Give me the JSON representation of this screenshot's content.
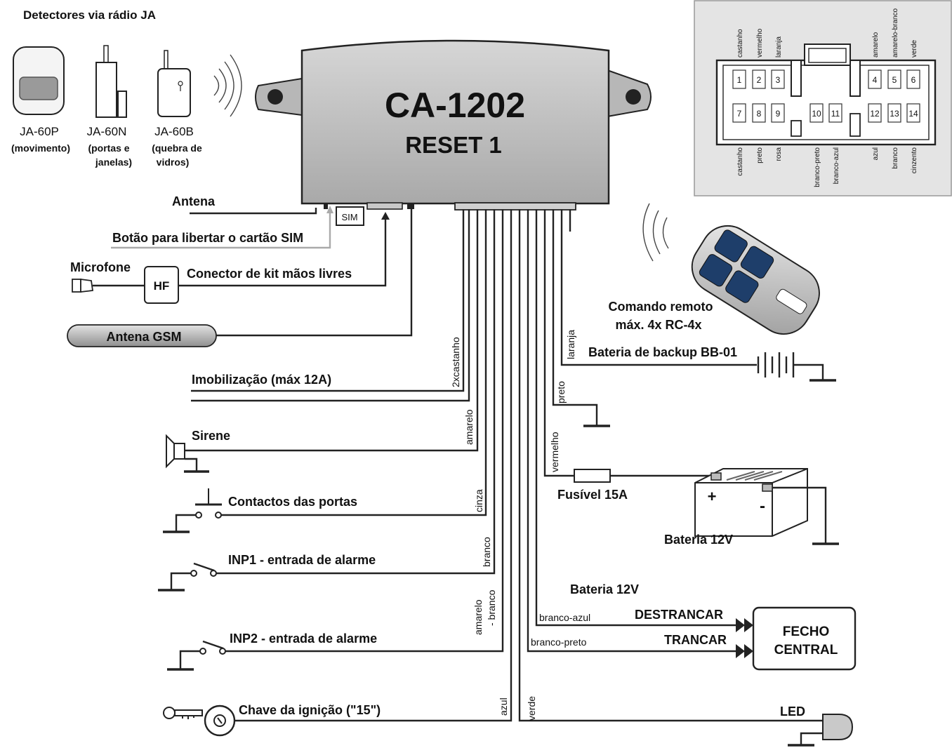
{
  "detectors": {
    "title": "Detectores via rádio JA",
    "items": [
      {
        "model": "JA-60P",
        "desc1": "(movimento)",
        "desc2": ""
      },
      {
        "model": "JA-60N",
        "desc1": "(portas e",
        "desc2": "janelas)"
      },
      {
        "model": "JA-60B",
        "desc1": "(quebra de",
        "desc2": "vidros)"
      }
    ]
  },
  "unit": {
    "model": "CA-1202",
    "version": "RESET 1",
    "sim_label": "SIM"
  },
  "left": {
    "antenna": "Antena",
    "sim_button": "Botão para libertar o cartão SIM",
    "microphone": "Microfone",
    "hf_box": "HF",
    "hf_connector": "Conector de kit mãos livres",
    "gsm_antenna": "Antena GSM",
    "immobilizer": "Imobilização (máx 12A)",
    "siren": "Sirene",
    "door_contacts": "Contactos das portas",
    "inp1": "INP1 - entrada de alarme",
    "inp2": "INP2 - entrada de alarme",
    "ignition": "Chave da  ignição (\"15\")"
  },
  "wires": {
    "castanho2x": "2xcastanho",
    "amarelo": "amarelo",
    "cinza": "cinza",
    "branco": "branco",
    "amarelo_branco_1": "amarelo",
    "amarelo_branco_2": "- branco",
    "azul": "azul",
    "verde": "verde",
    "branco_preto": "branco-preto",
    "branco_azul": "branco-azul",
    "vermelho": "vermelho",
    "preto": "preto",
    "laranja": "laranja"
  },
  "right": {
    "remote_1": "Comando remoto",
    "remote_2": "máx. 4x RC-4x",
    "backup_battery": "Bateria de backup BB-01",
    "fuse": "Fusível 15A",
    "battery": "Bateria 12V",
    "battery_plus": "+",
    "battery_minus": "-",
    "battery_note": "Bateria 12V",
    "unlock": "DESTRANCAR",
    "lock": "TRANCAR",
    "central_1": "FECHO",
    "central_2": "CENTRAL",
    "led": "LED"
  },
  "connector": {
    "top_colors_left": [
      "castanho",
      "vermelho",
      "laranja"
    ],
    "top_colors_right": [
      "amarelo",
      "amarelo-branco",
      "verde"
    ],
    "top_pins": [
      "1",
      "2",
      "3",
      "4",
      "5",
      "6"
    ],
    "bottom_pins": [
      "7",
      "8",
      "9",
      "10",
      "11",
      "12",
      "13",
      "14"
    ],
    "bottom_colors": [
      "castanho",
      "preto",
      "rosa",
      "branco-preto",
      "branco-azul",
      "azul",
      "branco",
      "cinzento"
    ]
  }
}
